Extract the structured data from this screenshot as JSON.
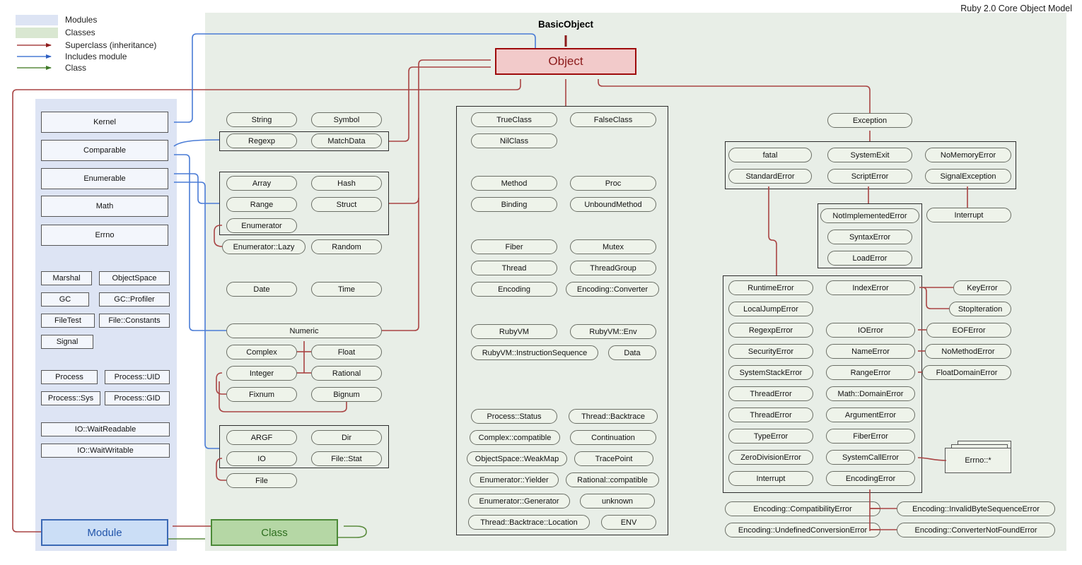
{
  "title": "Ruby 2.0 Core Object Model",
  "legend": {
    "modules_label": "Modules",
    "classes_label": "Classes",
    "superclass_label": "Superclass (inheritance)",
    "includes_label": "Includes module",
    "class_label": "Class"
  },
  "colors": {
    "modules_panel": "#dde4f4",
    "classes_panel": "#e8eee7",
    "superclass_arrow": "#a94444",
    "includes_arrow": "#4a7cd6",
    "class_arrow": "#5b8c3e",
    "object_fill": "#f2caca",
    "object_border": "#9e0b0c",
    "module_fill": "#cbdef6",
    "module_border": "#3b69b5",
    "class_fill": "#b5d7a5",
    "class_border": "#4c8a38"
  },
  "nodes": {
    "basic_object": "BasicObject",
    "object": "Object",
    "module": "Module",
    "class": "Class",
    "kernel": "Kernel",
    "comparable": "Comparable",
    "enumerable": "Enumerable",
    "math": "Math",
    "errno": "Errno",
    "marshal": "Marshal",
    "object_space": "ObjectSpace",
    "gc": "GC",
    "gc_profiler": "GC::Profiler",
    "file_test": "FileTest",
    "file_constants": "File::Constants",
    "signal": "Signal",
    "process": "Process",
    "process_uid": "Process::UID",
    "process_sys": "Process::Sys",
    "process_gid": "Process::GID",
    "io_wait_readable": "IO::WaitReadable",
    "io_wait_writable": "IO::WaitWritable",
    "string": "String",
    "symbol": "Symbol",
    "regexp": "Regexp",
    "match_data": "MatchData",
    "array": "Array",
    "hash": "Hash",
    "range": "Range",
    "struct": "Struct",
    "enumerator": "Enumerator",
    "enumerator_lazy": "Enumerator::Lazy",
    "random": "Random",
    "date": "Date",
    "time": "Time",
    "numeric": "Numeric",
    "complex": "Complex",
    "float": "Float",
    "integer": "Integer",
    "rational": "Rational",
    "fixnum": "Fixnum",
    "bignum": "Bignum",
    "argf": "ARGF",
    "dir": "Dir",
    "io": "IO",
    "file_stat": "File::Stat",
    "file": "File",
    "true_class": "TrueClass",
    "false_class": "FalseClass",
    "nil_class": "NilClass",
    "method": "Method",
    "proc": "Proc",
    "binding": "Binding",
    "unbound_method": "UnboundMethod",
    "fiber": "Fiber",
    "mutex": "Mutex",
    "thread": "Thread",
    "thread_group": "ThreadGroup",
    "encoding": "Encoding",
    "encoding_converter": "Encoding::Converter",
    "ruby_vm": "RubyVM",
    "ruby_vm_env": "RubyVM::Env",
    "ruby_vm_instruction_sequence": "RubyVM::InstructionSequence",
    "data_node": "Data",
    "process_status": "Process::Status",
    "thread_backtrace": "Thread::Backtrace",
    "complex_compatible": "Complex::compatible",
    "continuation": "Continuation",
    "object_space_weak_map": "ObjectSpace::WeakMap",
    "trace_point": "TracePoint",
    "enumerator_yielder": "Enumerator::Yielder",
    "rational_compatible": "Rational::compatible",
    "enumerator_generator": "Enumerator::Generator",
    "unknown": "unknown",
    "thread_backtrace_location": "Thread::Backtrace::Location",
    "env": "ENV",
    "exception": "Exception",
    "fatal": "fatal",
    "system_exit": "SystemExit",
    "no_memory_error": "NoMemoryError",
    "standard_error": "StandardError",
    "script_error": "ScriptError",
    "signal_exception": "SignalException",
    "not_implemented_error": "NotImplementedError",
    "syntax_error": "SyntaxError",
    "load_error": "LoadError",
    "interrupt_top": "Interrupt",
    "runtime_error": "RuntimeError",
    "local_jump_error": "LocalJumpError",
    "regexp_error": "RegexpError",
    "security_error": "SecurityError",
    "system_stack_error": "SystemStackError",
    "thread_error_1": "ThreadError",
    "thread_error_2": "ThreadError",
    "type_error": "TypeError",
    "zero_division_error": "ZeroDivisionError",
    "interrupt_grid": "Interrupt",
    "index_error": "IndexError",
    "io_error": "IOError",
    "name_error": "NameError",
    "range_error": "RangeError",
    "math_domain_error": "Math::DomainError",
    "argument_error": "ArgumentError",
    "fiber_error": "FiberError",
    "system_call_error": "SystemCallError",
    "encoding_error": "EncodingError",
    "key_error": "KeyError",
    "stop_iteration": "StopIteration",
    "eof_error": "EOFError",
    "no_method_error": "NoMethodError",
    "float_domain_error": "FloatDomainError",
    "errno_star": "Errno::*",
    "encoding_compatibility_error": "Encoding::CompatibilityError",
    "encoding_invalid_byte_sequence_error": "Encoding::InvalidByteSequenceError",
    "encoding_undefined_conversion_error": "Encoding::UndefinedConversionError",
    "encoding_converter_not_found_error": "Encoding::ConverterNotFoundError"
  },
  "edges": [
    {
      "from": "Object",
      "to": "BasicObject",
      "type": "superclass"
    },
    {
      "from": "Module",
      "to": "Object",
      "type": "superclass"
    },
    {
      "from": "Class",
      "to": "Module",
      "type": "superclass"
    },
    {
      "from": "Regexp/MatchData group",
      "to": "Object",
      "type": "superclass"
    },
    {
      "from": "Array/Hash/Range/Struct/Enumerator group",
      "to": "Object",
      "type": "superclass"
    },
    {
      "from": "Numeric",
      "to": "Object",
      "type": "superclass"
    },
    {
      "from": "Core classes group",
      "to": "Object",
      "type": "superclass"
    },
    {
      "from": "Exception",
      "to": "Object",
      "type": "superclass"
    },
    {
      "from": "Enumerator::Lazy",
      "to": "Enumerator",
      "type": "superclass"
    },
    {
      "from": "Complex",
      "to": "Numeric",
      "type": "superclass"
    },
    {
      "from": "Float",
      "to": "Numeric",
      "type": "superclass"
    },
    {
      "from": "Integer",
      "to": "Numeric",
      "type": "superclass"
    },
    {
      "from": "Rational",
      "to": "Numeric",
      "type": "superclass"
    },
    {
      "from": "Fixnum",
      "to": "Integer",
      "type": "superclass"
    },
    {
      "from": "Bignum",
      "to": "Integer",
      "type": "superclass"
    },
    {
      "from": "File",
      "to": "IO",
      "type": "superclass"
    },
    {
      "from": "fatal/SystemExit/NoMemoryError/StandardError/ScriptError/SignalException group",
      "to": "Exception",
      "type": "superclass"
    },
    {
      "from": "StandardError descendants group",
      "to": "StandardError",
      "type": "superclass"
    },
    {
      "from": "NotImplementedError/SyntaxError/LoadError group",
      "to": "ScriptError",
      "type": "superclass"
    },
    {
      "from": "Interrupt",
      "to": "SignalException",
      "type": "superclass"
    },
    {
      "from": "KeyError",
      "to": "IndexError",
      "type": "superclass"
    },
    {
      "from": "StopIteration",
      "to": "IndexError",
      "type": "superclass"
    },
    {
      "from": "EOFError",
      "to": "IOError",
      "type": "superclass"
    },
    {
      "from": "NoMethodError",
      "to": "NameError",
      "type": "superclass"
    },
    {
      "from": "FloatDomainError",
      "to": "RangeError",
      "type": "superclass"
    },
    {
      "from": "Errno::*",
      "to": "SystemCallError",
      "type": "superclass"
    },
    {
      "from": "Encoding::CompatibilityError",
      "to": "EncodingError",
      "type": "superclass"
    },
    {
      "from": "Encoding::InvalidByteSequenceError",
      "to": "EncodingError",
      "type": "superclass"
    },
    {
      "from": "Encoding::UndefinedConversionError",
      "to": "EncodingError",
      "type": "superclass"
    },
    {
      "from": "Encoding::ConverterNotFoundError",
      "to": "EncodingError",
      "type": "superclass"
    },
    {
      "from": "Object",
      "to": "Kernel",
      "type": "includes"
    },
    {
      "from": "Regexp group",
      "to": "Comparable",
      "type": "includes"
    },
    {
      "from": "Numeric",
      "to": "Comparable",
      "type": "includes"
    },
    {
      "from": "Array group",
      "to": "Enumerable",
      "type": "includes"
    },
    {
      "from": "IO group",
      "to": "Enumerable",
      "type": "includes"
    },
    {
      "from": "Module",
      "to": "Class",
      "type": "class"
    },
    {
      "from": "Class",
      "to": "Class",
      "type": "class"
    }
  ]
}
